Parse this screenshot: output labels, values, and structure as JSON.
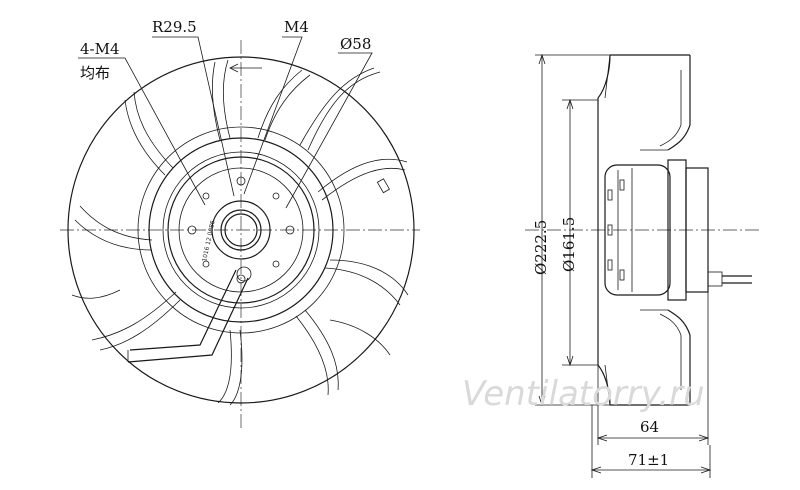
{
  "front_view": {
    "labels": {
      "radius": "R29.5",
      "thread": "M4",
      "diameter": "Ø58",
      "holes_top": "4-M4",
      "holes_bottom": "均布"
    },
    "hub_marking": "1016 12 0086"
  },
  "side_view": {
    "dim_outer_diameter": "Ø222.5",
    "dim_inlet_diameter": "Ø161.5",
    "dim_depth_motor": "64",
    "dim_depth_total": "71±1"
  },
  "watermark": "Ventilatorry.ru"
}
